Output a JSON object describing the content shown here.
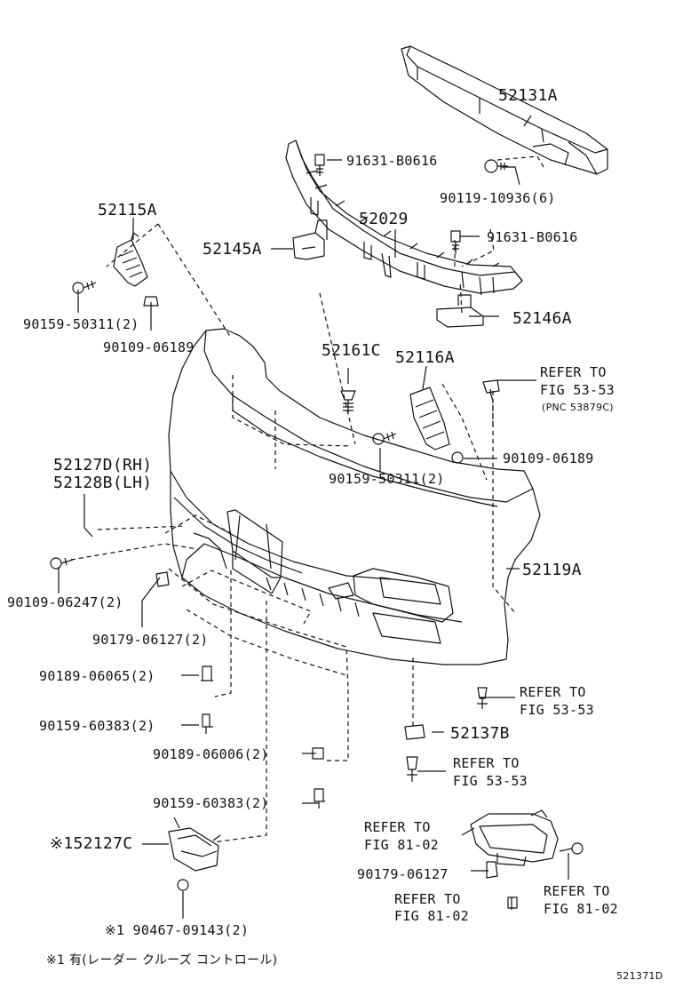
{
  "labels": {
    "p52131A": "52131A",
    "p91631_top": "91631-B0616",
    "p90119": "90119-10936(6)",
    "p52029": "52029",
    "p52145A": "52145A",
    "p91631_mid": "91631-B0616",
    "p52146A": "52146A",
    "p52115A": "52115A",
    "p90159_50311_L": "90159-50311(2)",
    "p90109_06189_L": "90109-06189",
    "p52161C": "52161C",
    "p52116A": "52116A",
    "refer_to_1": "REFER TO",
    "fig_53_53_1": "FIG 53-53",
    "pnc_note": "(PNC 53879C)",
    "p90109_06189_R": "90109-06189",
    "p90159_50311_C": "90159-50311(2)",
    "p52127D": "52127D(RH)",
    "p52128B": "52128B(LH)",
    "p52119A": "52119A",
    "p90109_06247": "90109-06247(2)",
    "p90179_06127_L": "90179-06127(2)",
    "p90189_06065": "90189-06065(2)",
    "refer_to_2": "REFER TO",
    "fig_53_53_2": "FIG 53-53",
    "p90159_60383_A": "90159-60383(2)",
    "p52137B": "52137B",
    "p90189_06006": "90189-06006(2)",
    "refer_to_3": "REFER TO",
    "fig_53_53_3": "FIG 53-53",
    "p90159_60383_B": "90159-60383(2)",
    "refer_to_4": "REFER TO",
    "fig_81_02_1": "FIG 81-02",
    "p152127C": "※152127C",
    "p90179_06127_R": "90179-06127",
    "refer_to_5": "REFER TO",
    "fig_81_02_2": "FIG 81-02",
    "refer_to_6": "REFER TO",
    "fig_81_02_3": "FIG 81-02",
    "p90467": "※1 90467-09143(2)",
    "footnote": "※1 有(レーダー クルーズ コントロール)",
    "diagram_id": "521371D"
  },
  "colors": {
    "line": "#111111",
    "background": "#ffffff"
  }
}
